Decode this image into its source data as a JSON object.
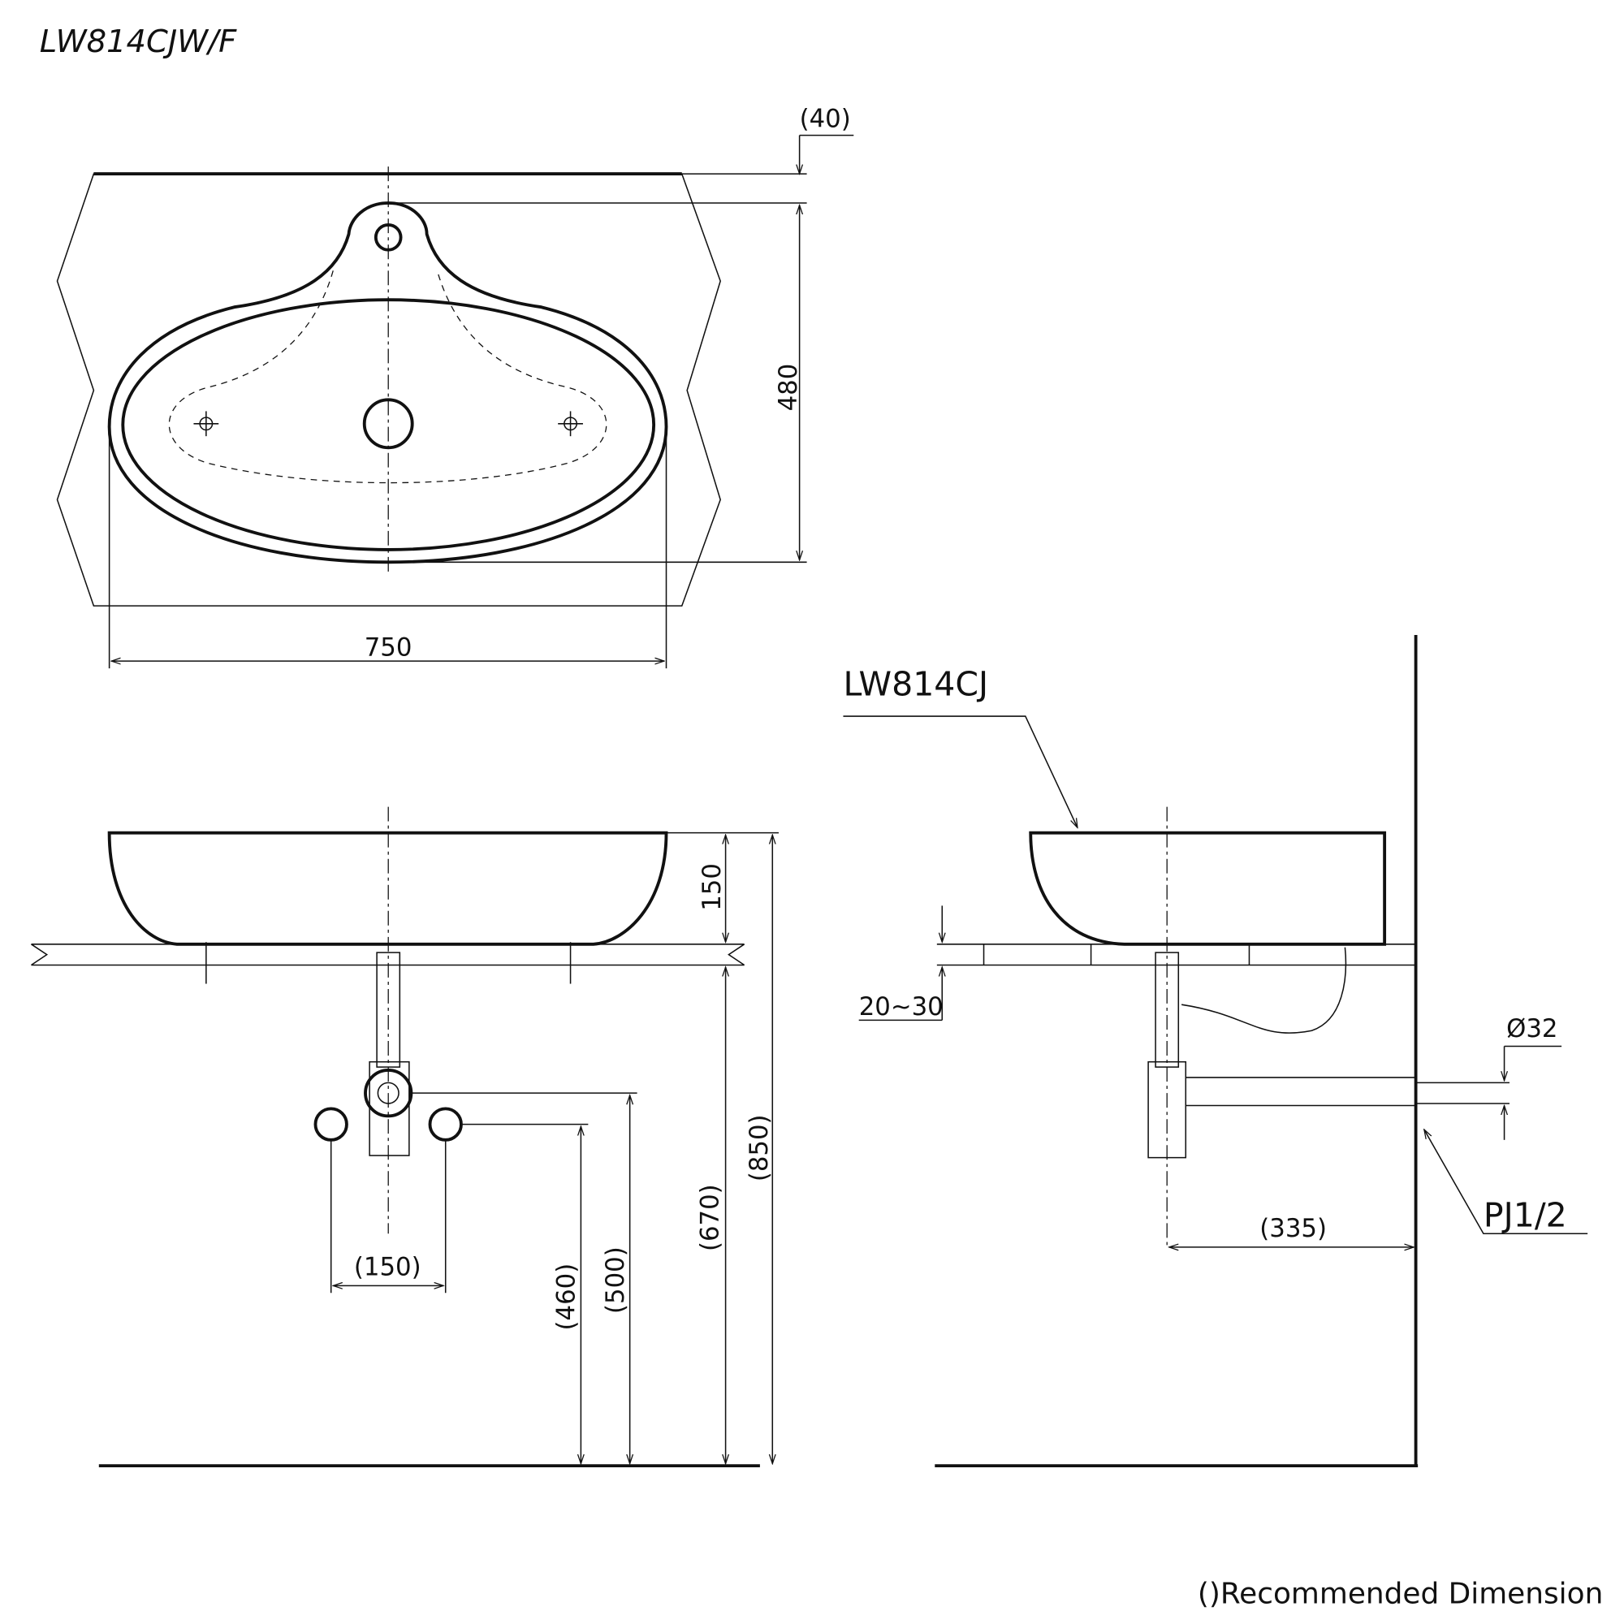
{
  "title": "LW814CJW/F",
  "top_view": {
    "dim_40": "(40)",
    "dim_480": "480",
    "dim_750": "750"
  },
  "front_view": {
    "dim_150": "150",
    "dim_150b": "(150)",
    "dim_460": "(460)",
    "dim_500": "(500)",
    "dim_670": "(670)",
    "dim_850": "(850)"
  },
  "side_view": {
    "model_label": "LW814CJ",
    "dim_counter": "20~30",
    "dim_pipe": "Ø32",
    "dim_335": "(335)",
    "fitting_label": "PJ1/2"
  },
  "footnote": "()Recommended Dimension"
}
